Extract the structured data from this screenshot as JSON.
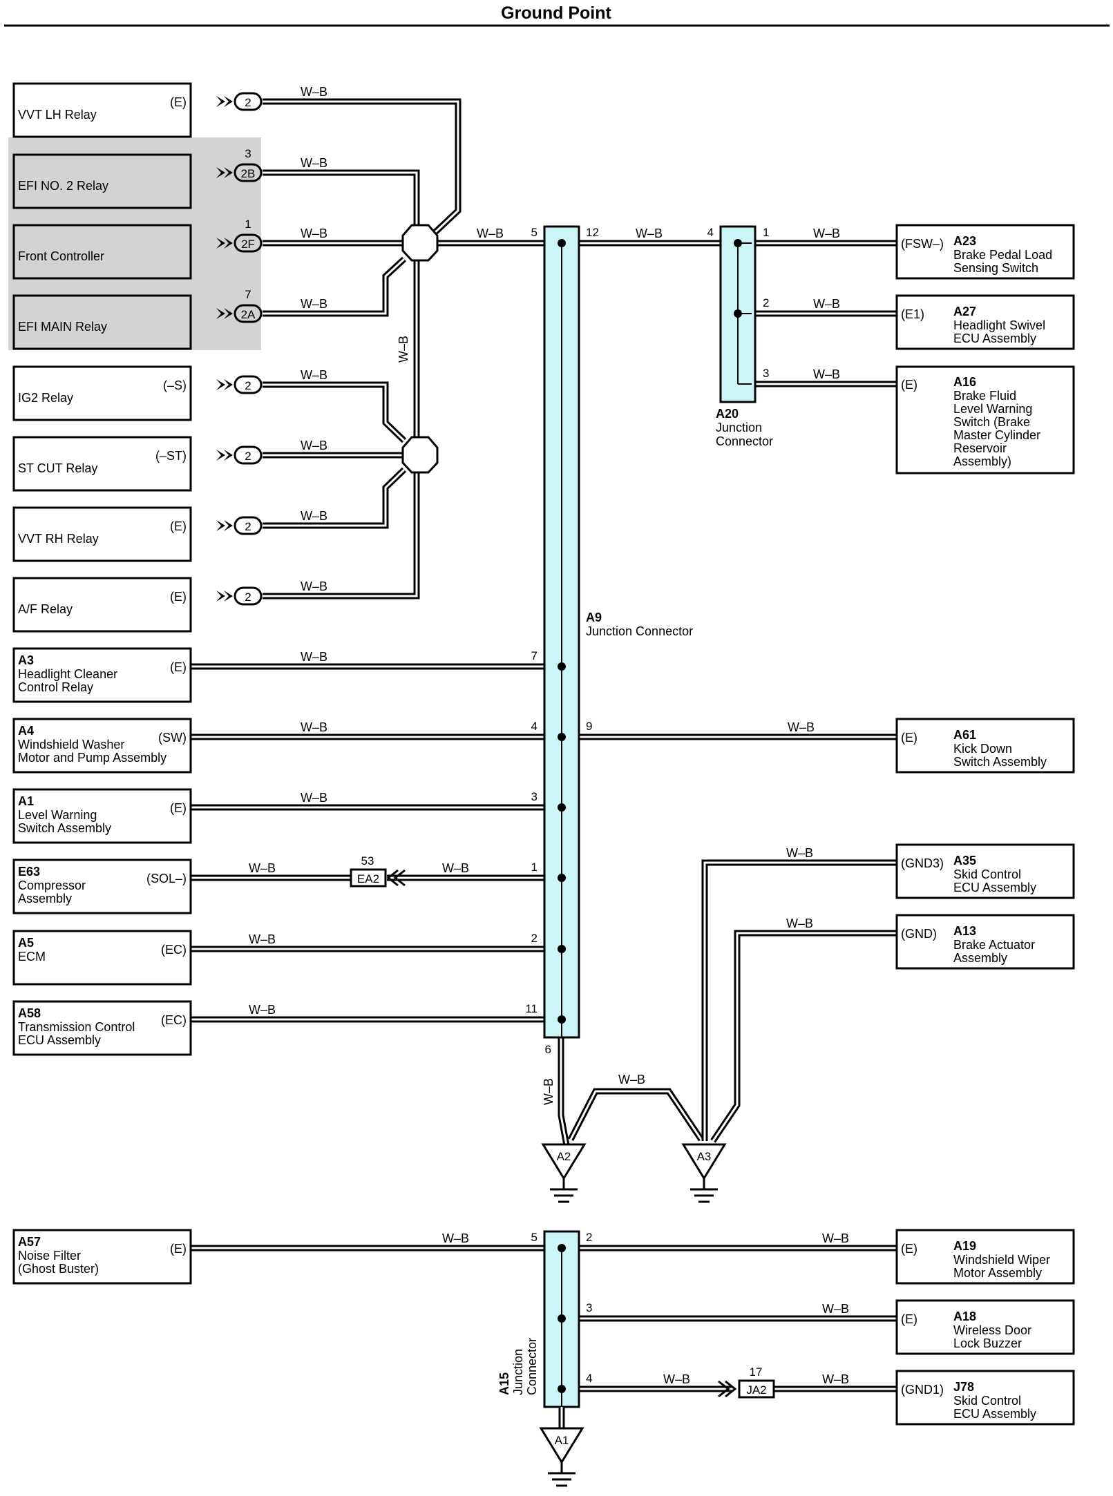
{
  "title": "Ground Point",
  "wire_color": "W–B",
  "colors": {
    "junction_fill": "#ccf5f8",
    "shaded_box": "#d3d3d3"
  },
  "left_components": [
    {
      "code": "",
      "name_lines": [
        "VVT LH Relay"
      ],
      "terminal": "(E)",
      "connector": "2",
      "pin": ""
    },
    {
      "code": "",
      "name_lines": [
        "EFI NO. 2 Relay"
      ],
      "terminal": "",
      "connector": "2B",
      "pin": "3"
    },
    {
      "code": "",
      "name_lines": [
        "Front Controller"
      ],
      "terminal": "",
      "connector": "2F",
      "pin": "1"
    },
    {
      "code": "",
      "name_lines": [
        "EFI MAIN Relay"
      ],
      "terminal": "",
      "connector": "2A",
      "pin": "7"
    },
    {
      "code": "",
      "name_lines": [
        "IG2 Relay"
      ],
      "terminal": "(–S)",
      "connector": "2",
      "pin": ""
    },
    {
      "code": "",
      "name_lines": [
        "ST CUT Relay"
      ],
      "terminal": "(–ST)",
      "connector": "2",
      "pin": ""
    },
    {
      "code": "",
      "name_lines": [
        "VVT RH Relay"
      ],
      "terminal": "(E)",
      "connector": "2",
      "pin": ""
    },
    {
      "code": "",
      "name_lines": [
        "A/F Relay"
      ],
      "terminal": "(E)",
      "connector": "2",
      "pin": ""
    },
    {
      "code": "A3",
      "name_lines": [
        "Headlight Cleaner",
        "Control Relay"
      ],
      "terminal": "(E)",
      "pin": "7"
    },
    {
      "code": "A4",
      "name_lines": [
        "Windshield Washer",
        "Motor and Pump Assembly"
      ],
      "terminal": "(SW)",
      "pin": "4"
    },
    {
      "code": "A1",
      "name_lines": [
        "Level Warning",
        "Switch Assembly"
      ],
      "terminal": "(E)",
      "pin": "3"
    },
    {
      "code": "E63",
      "name_lines": [
        "Compressor",
        "Assembly"
      ],
      "terminal": "(SOL–)",
      "pin": "1"
    },
    {
      "code": "A5",
      "name_lines": [
        "ECM"
      ],
      "terminal": "(EC)",
      "pin": "2"
    },
    {
      "code": "A58",
      "name_lines": [
        "Transmission Control",
        "ECU Assembly"
      ],
      "terminal": "(EC)",
      "pin": "11"
    },
    {
      "code": "A57",
      "name_lines": [
        "Noise Filter",
        "(Ghost Buster)"
      ],
      "terminal": "(E)",
      "pin": "5"
    }
  ],
  "right_components": [
    {
      "code": "A23",
      "name_lines": [
        "Brake Pedal Load",
        "Sensing Switch"
      ],
      "terminal": "(FSW–)",
      "pin": "1"
    },
    {
      "code": "A27",
      "name_lines": [
        "Headlight Swivel",
        "ECU Assembly"
      ],
      "terminal": "(E1)",
      "pin": "2"
    },
    {
      "code": "A16",
      "name_lines": [
        "Brake Fluid",
        "Level Warning",
        "Switch (Brake",
        "Master Cylinder",
        "Reservoir",
        "Assembly)"
      ],
      "terminal": "(E)",
      "pin": "3"
    },
    {
      "code": "A61",
      "name_lines": [
        "Kick Down",
        "Switch Assembly"
      ],
      "terminal": "(E)",
      "pin": "9"
    },
    {
      "code": "A35",
      "name_lines": [
        "Skid Control",
        "ECU Assembly"
      ],
      "terminal": "(GND3)",
      "pin": ""
    },
    {
      "code": "A13",
      "name_lines": [
        "Brake Actuator",
        "Assembly"
      ],
      "terminal": "(GND)",
      "pin": ""
    },
    {
      "code": "A19",
      "name_lines": [
        "Windshield Wiper",
        "Motor Assembly"
      ],
      "terminal": "(E)",
      "pin": "2"
    },
    {
      "code": "A18",
      "name_lines": [
        "Wireless Door",
        "Lock Buzzer"
      ],
      "terminal": "(E)",
      "pin": "3"
    },
    {
      "code": "J78",
      "name_lines": [
        "Skid Control",
        "ECU Assembly"
      ],
      "terminal": "(GND1)",
      "pin": "4"
    }
  ],
  "junctions": {
    "a9": {
      "code": "A9",
      "name": "Junction Connector",
      "pin_in": "5",
      "pin_out": "12",
      "pin_ground": "6"
    },
    "a20": {
      "code": "A20",
      "name_lines": [
        "Junction",
        "Connector"
      ],
      "pin_in": "4"
    },
    "a15": {
      "code": "A15",
      "name_lines": [
        "Junction",
        "Connector"
      ]
    }
  },
  "inline_connectors": [
    {
      "id": "EA2",
      "pin": "53"
    },
    {
      "id": "JA2",
      "pin": "17"
    }
  ],
  "grounds": [
    "A2",
    "A3",
    "A1"
  ]
}
